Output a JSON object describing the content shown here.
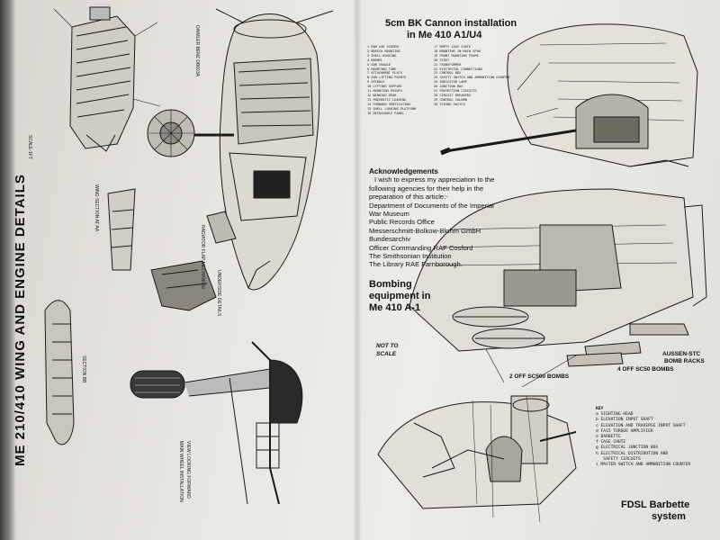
{
  "left_page": {
    "vertical_title": "ME 210/410 WING AND ENGINE DETAILS",
    "scale_label": "SCALE-1FT",
    "small_labels": [
      "DAIMLER BENZ DB603A",
      "WING SECTION AT AA",
      "SECTION BB",
      "RADIATOR FLAP MECHANISM",
      "UNDERSIDE DETAILS",
      "VIEW LOOKING FORWARD",
      "MAIN WHEEL INSTALLATION"
    ]
  },
  "cannon": {
    "title_line1": "5cm BK Cannon installation",
    "title_line2": "in Me 410 A1/U4",
    "key_col1": [
      "1 RAM AIR SCREEN",
      "2 BREECH MOUNTING",
      "3 SHELL HOUSING",
      "4 BARREL",
      "5 GUN CRADLE",
      "6 MOUNTING TUBE",
      "7 ATTACHMENT PLATE",
      "8 GUN LIFTING POINTS",
      "9 SPINDLE",
      "10 LIFTING SUPPORT",
      "11 MOUNTING POINTS",
      "12 WINDING GEAR",
      "13 PNEUMATIC LOADING",
      "14 FORWARD VENTILATION",
      "15 SHELL LOADING PLATFORM",
      "16 DETACHABLE PANEL"
    ],
    "key_col2": [
      "17 EMPTY CASE CHUTE",
      "18 MOUNTING IN MAIN SPAR",
      "19 FRONT MOUNTING FRAME",
      "20 STRUT",
      "21 TRANSFORMER",
      "22 ELECTRICAL CONNECTIONS",
      "23 CONTROL BOX",
      "24 SAFETY SWITCH AND AMMUNITION COUNTER",
      "25 INDICATOR LAMP",
      "26 JUNCTION BOX",
      "27 PROTECTION CIRCUITS",
      "28 CIRCUIT BREAKERS",
      "29 CONTROL COLUMN",
      "30 FIRING SWITCH"
    ]
  },
  "acknowledgements": {
    "heading": "Acknowledgements",
    "intro": "I wish to express my appreciation to the following agencies for their help in the preparation of this article:-",
    "agencies": [
      "Department of Documents of the Imperial War Museum",
      "Public Records Office",
      "Messerschmitt-Bolkow-Blohm GmbH",
      "Bundesarchiv",
      "Officer Commanding RAF Cosford",
      "The Smithsonian Institution",
      "The Library RAE Farnborough."
    ]
  },
  "bombing": {
    "title_line1": "Bombing",
    "title_line2": "equipment in",
    "title_line3": "Me 410 A-1",
    "not_to_scale_1": "NOT TO",
    "not_to_scale_2": "SCALE",
    "label_sc500": "2 OFF SC500 BOMBS",
    "label_sc50": "4 OFF SC50 BOMBS",
    "label_racks_1": "AUSSEN-STC",
    "label_racks_2": "BOMB RACKS"
  },
  "barbette": {
    "title_line1": "FDSL Barbette",
    "title_line2": "system",
    "key_heading": "KEY",
    "key_items": [
      "a SIGHTING HEAD",
      "b ELEVATION INPUT SHAFT",
      "c ELEVATION AND TRAVERSE INPUT SHAFT",
      "d FA15 TORQUE AMPLIFIER",
      "e BARBETTE",
      "f CASE CHUTE",
      "g ELECTRICAL JUNCTION BOX",
      "h ELECTRICAL DISTRIBUTION AND",
      "   SAFETY CIRCUITS",
      "i MASTER SWITCH AND AMMUNITION COUNTER"
    ]
  },
  "colors": {
    "paper": "#ebe9e3",
    "ink": "#111111",
    "background": "#2b2b2b"
  }
}
